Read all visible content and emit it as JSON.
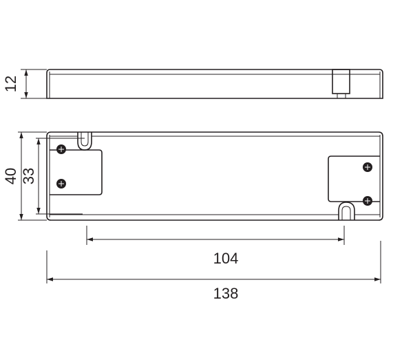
{
  "title": "LED driver dimension drawing",
  "dimensions": {
    "height": "12",
    "width_outer": "40",
    "width_inner": "33",
    "mount_spacing": "104",
    "length": "138"
  },
  "colors": {
    "line": "#231f20",
    "background": "#ffffff"
  }
}
